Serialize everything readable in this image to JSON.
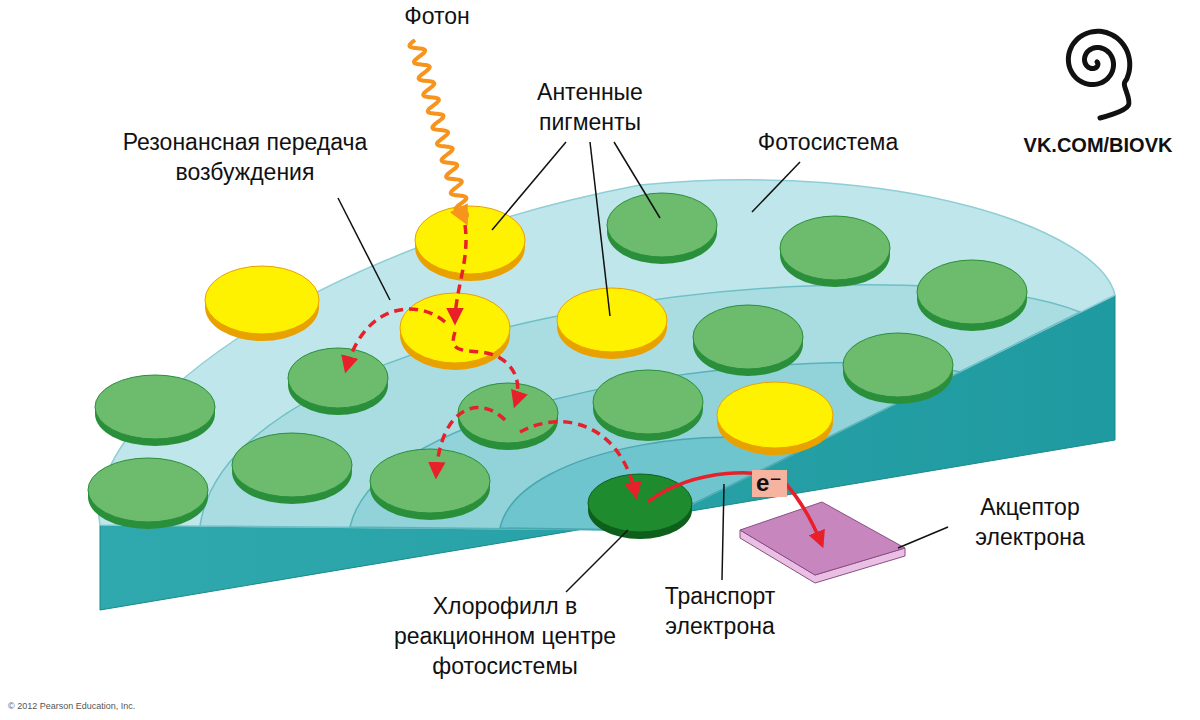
{
  "diagram": {
    "nodes": [
      {
        "text": [
          "e⁻"
        ]
      }
    ],
    "labels": [
      "Фотон",
      "Антенные пигменты",
      "Резонансная передача возбуждения",
      "Фотосистема",
      "VK.COM/BIOVK",
      "Акцептор электрона",
      "Хлорофилл в реакционном центре фотосистемы",
      "Транспорт электрона",
      "© 2012 Pearson Education, Inc."
    ]
  }
}
